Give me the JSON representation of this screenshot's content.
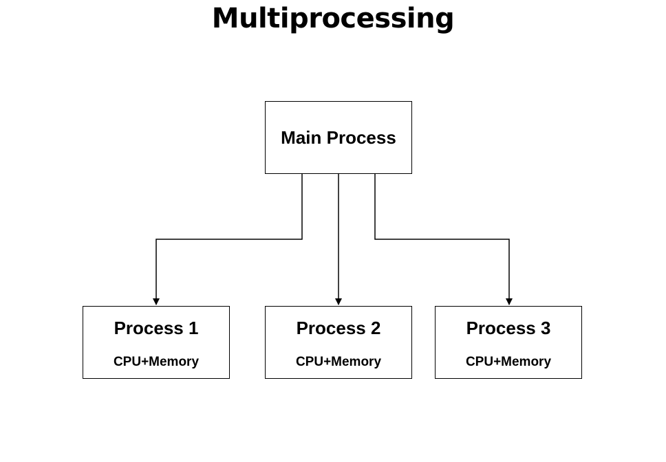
{
  "title": "Multiprocessing",
  "main_process": {
    "label": "Main Process"
  },
  "processes": [
    {
      "name": "Process 1",
      "resource": "CPU+Memory"
    },
    {
      "name": "Process 2",
      "resource": "CPU+Memory"
    },
    {
      "name": "Process 3",
      "resource": "CPU+Memory"
    }
  ],
  "colors": {
    "stroke": "#000000",
    "background": "#ffffff"
  }
}
